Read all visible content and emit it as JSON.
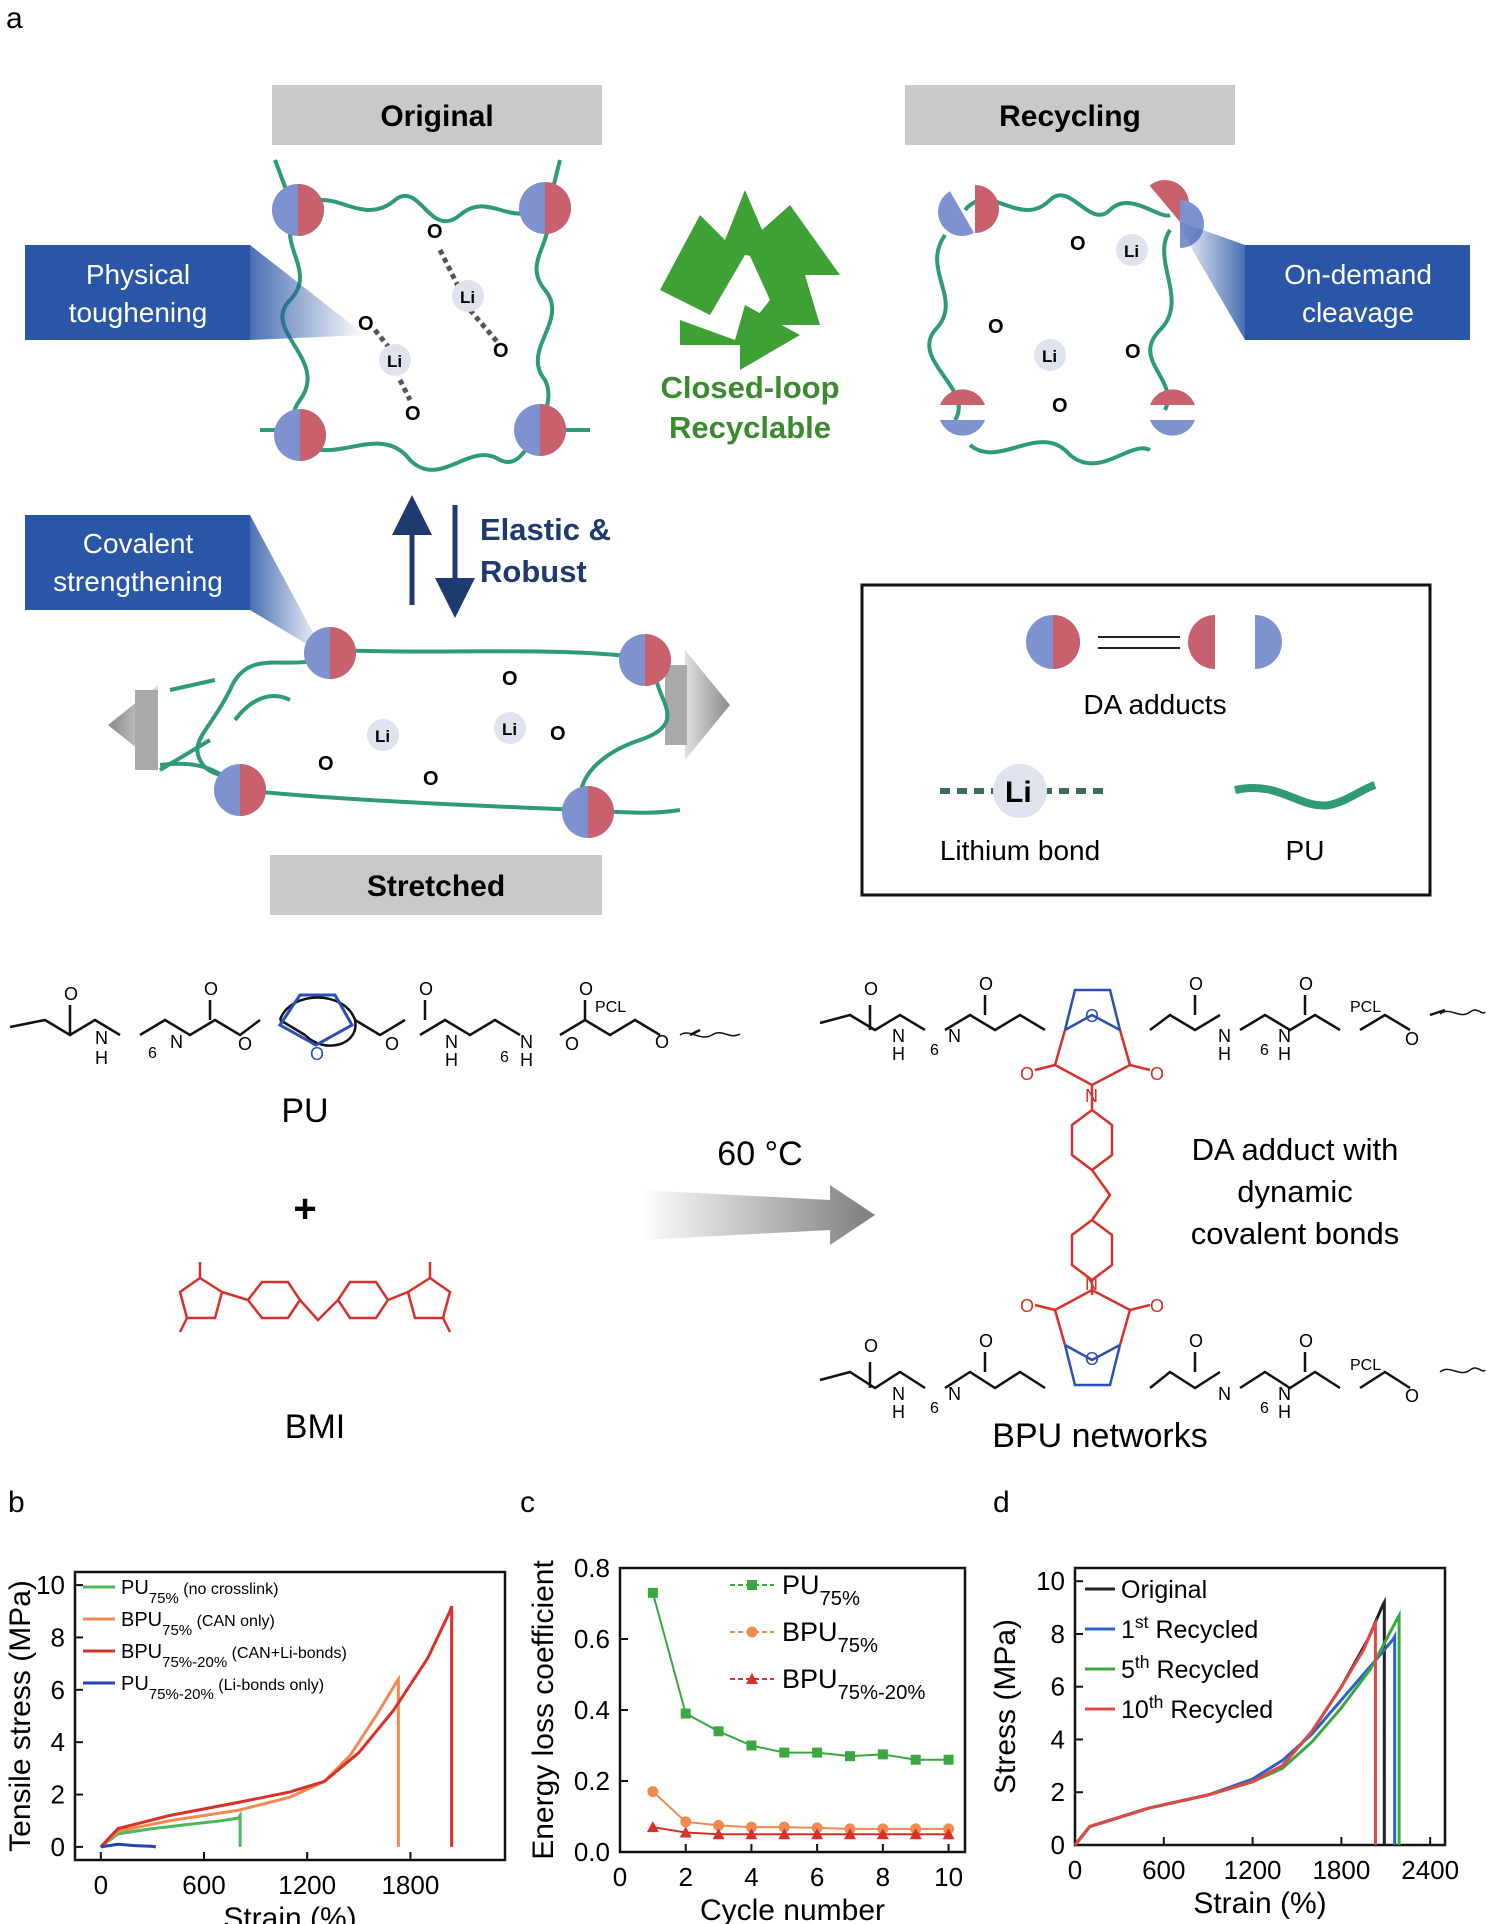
{
  "panel_labels": {
    "a": "a",
    "b": "b",
    "c": "c",
    "d": "d"
  },
  "schematic": {
    "original": "Original",
    "recycling": "Recycling",
    "stretched": "Stretched",
    "physical_toughening": [
      "Physical",
      "toughening"
    ],
    "covalent_strengthening": [
      "Covalent",
      "strengthening"
    ],
    "on_demand_cleavage": [
      "On-demand",
      "cleavage"
    ],
    "closed_loop": [
      "Closed-loop",
      "Recyclable"
    ],
    "elastic_robust": [
      "Elastic &",
      "Robust"
    ],
    "li": "Li",
    "plus": "+",
    "legend": {
      "da_adducts": "DA adducts",
      "lithium_bond": "Lithium bond",
      "pu": "PU",
      "li_big": "Li"
    },
    "colors": {
      "banner": "#2956a6",
      "chain": "#2f9a78",
      "half_red": "#c8606e",
      "half_blue": "#7d92cf",
      "recycle": "#3ea135",
      "header_bar": "#c9c9c9",
      "arrow": "#1e3a6e"
    }
  },
  "chemistry": {
    "pu_label": "PU",
    "plus": "+",
    "bmi_label": "BMI",
    "bpu_label": "BPU networks",
    "condition": "60 °C",
    "da_desc": [
      "DA adduct with",
      "dynamic",
      "covalent bonds"
    ],
    "atoms": {
      "O": "O",
      "N": "N",
      "H": "H",
      "six": "6",
      "pcl": "PCL"
    }
  },
  "chart_data": [
    {
      "type": "line",
      "panel": "b",
      "xlabel": "Strain (%)",
      "ylabel": "Tensile stress (MPa)",
      "xlim": [
        -150,
        2350
      ],
      "ylim": [
        -0.5,
        10.5
      ],
      "xticks": [
        0,
        600,
        1200,
        1800
      ],
      "yticks": [
        0,
        2,
        4,
        6,
        8,
        10
      ],
      "legend_position": "top-left",
      "series": [
        {
          "name": "PU75% (no crosslink)",
          "base": "PU",
          "sub": "75%",
          "note": " (no crosslink)",
          "color": "#4cb85a",
          "x": [
            0,
            100,
            300,
            500,
            700,
            800,
            810,
            810
          ],
          "y": [
            0,
            0.5,
            0.7,
            0.85,
            1.0,
            1.1,
            1.2,
            0
          ]
        },
        {
          "name": "BPU75% (CAN only)",
          "base": "BPU",
          "sub": "75%",
          "note": " (CAN only)",
          "color": "#f08a50",
          "x": [
            0,
            100,
            400,
            800,
            1100,
            1300,
            1450,
            1600,
            1720,
            1730,
            1730
          ],
          "y": [
            0,
            0.6,
            1.0,
            1.4,
            1.9,
            2.5,
            3.5,
            5.0,
            6.3,
            6.4,
            0
          ]
        },
        {
          "name": "BPU75%-20% (CAN+Li-bonds)",
          "base": "BPU",
          "sub": "75%-20%",
          "note": " (CAN+Li-bonds)",
          "color": "#d9302a",
          "x": [
            0,
            100,
            400,
            800,
            1100,
            1300,
            1500,
            1700,
            1900,
            2030,
            2040,
            2040
          ],
          "y": [
            0,
            0.7,
            1.2,
            1.7,
            2.1,
            2.5,
            3.6,
            5.2,
            7.2,
            9.0,
            9.2,
            0
          ]
        },
        {
          "name": "PU75%-20% (Li-bonds only)",
          "base": "PU",
          "sub": "75%-20%",
          "note": " (Li-bonds only)",
          "color": "#2146b0",
          "x": [
            0,
            100,
            200,
            300,
            320
          ],
          "y": [
            0,
            0.1,
            0.05,
            0.02,
            0
          ]
        }
      ]
    },
    {
      "type": "line",
      "panel": "c",
      "xlabel": "Cycle number",
      "ylabel": "Energy loss coefficient",
      "xlim": [
        0,
        10.5
      ],
      "ylim": [
        0,
        0.8
      ],
      "xticks": [
        0,
        2,
        4,
        6,
        8,
        10
      ],
      "yticks": [
        0.0,
        0.2,
        0.4,
        0.6,
        0.8
      ],
      "legend_position": "top-right",
      "x": [
        1,
        2,
        3,
        4,
        5,
        6,
        7,
        8,
        9,
        10
      ],
      "series": [
        {
          "name": "PU75%",
          "base": "PU",
          "sub": "75%",
          "color": "#3aa840",
          "marker": "square",
          "values": [
            0.73,
            0.39,
            0.34,
            0.3,
            0.28,
            0.28,
            0.27,
            0.275,
            0.26,
            0.26
          ]
        },
        {
          "name": "BPU75%",
          "base": "BPU",
          "sub": "75%",
          "color": "#f08a50",
          "marker": "circle",
          "values": [
            0.17,
            0.085,
            0.075,
            0.07,
            0.07,
            0.068,
            0.065,
            0.065,
            0.065,
            0.065
          ]
        },
        {
          "name": "BPU75%-20%",
          "base": "BPU",
          "sub": "75%-20%",
          "color": "#d9302a",
          "marker": "triangle",
          "values": [
            0.07,
            0.055,
            0.05,
            0.05,
            0.05,
            0.05,
            0.05,
            0.05,
            0.05,
            0.05
          ]
        }
      ]
    },
    {
      "type": "line",
      "panel": "d",
      "xlabel": "Strain (%)",
      "ylabel": "Stress (MPa)",
      "xlim": [
        0,
        2500
      ],
      "ylim": [
        0,
        10.5
      ],
      "xticks": [
        0,
        600,
        1200,
        1800,
        2400
      ],
      "yticks": [
        0,
        2,
        4,
        6,
        8,
        10
      ],
      "legend_position": "top-left",
      "series": [
        {
          "name": "Original",
          "base": "Original",
          "sup": "",
          "rest": "",
          "color": "#222222",
          "x": [
            0,
            100,
            500,
            900,
            1200,
            1400,
            1600,
            1800,
            1980,
            2080,
            2090,
            2090
          ],
          "y": [
            0,
            0.7,
            1.4,
            1.9,
            2.4,
            3.0,
            4.3,
            6.0,
            7.8,
            9.1,
            9.2,
            0
          ]
        },
        {
          "name": "1st Recycled",
          "base": "1",
          "sup": "st",
          "rest": " Recycled",
          "color": "#2a62c8",
          "x": [
            0,
            100,
            500,
            900,
            1200,
            1400,
            1600,
            1800,
            2000,
            2150,
            2160,
            2160
          ],
          "y": [
            0,
            0.7,
            1.4,
            1.9,
            2.5,
            3.2,
            4.2,
            5.5,
            6.8,
            7.8,
            7.9,
            0
          ]
        },
        {
          "name": "5th Recycled",
          "base": "5",
          "sup": "th",
          "rest": " Recycled",
          "color": "#3aa840",
          "x": [
            0,
            100,
            500,
            900,
            1200,
            1400,
            1600,
            1800,
            2000,
            2180,
            2190,
            2190
          ],
          "y": [
            0,
            0.7,
            1.4,
            1.9,
            2.4,
            2.9,
            3.9,
            5.2,
            6.7,
            8.6,
            8.7,
            0
          ]
        },
        {
          "name": "10th Recycled",
          "base": "10",
          "sup": "th",
          "rest": " Recycled",
          "color": "#e04848",
          "x": [
            0,
            100,
            500,
            900,
            1200,
            1400,
            1600,
            1800,
            1950,
            2020,
            2030,
            2030
          ],
          "y": [
            0,
            0.7,
            1.4,
            1.9,
            2.4,
            3.0,
            4.3,
            6.0,
            7.4,
            8.3,
            8.4,
            0
          ]
        }
      ]
    }
  ]
}
